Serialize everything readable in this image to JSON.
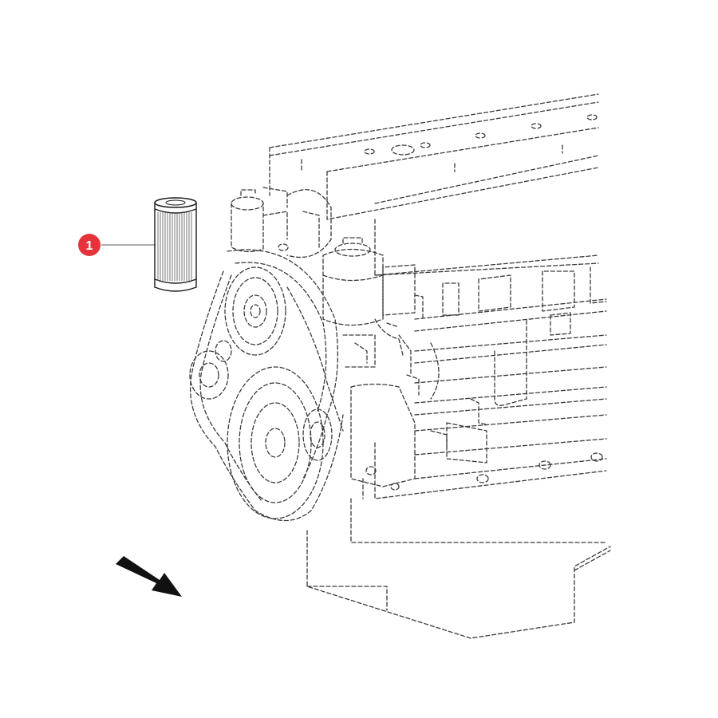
{
  "diagram": {
    "callouts": [
      {
        "number": "1",
        "part": "filter-cartridge",
        "badge_color": "#e5323b"
      }
    ],
    "colors": {
      "line": "#3a3a3a",
      "part": "#1a1a1a",
      "arrow": "#111111",
      "background": "#ffffff"
    },
    "direction_arrow": {
      "icon": "front-direction-arrow"
    }
  }
}
